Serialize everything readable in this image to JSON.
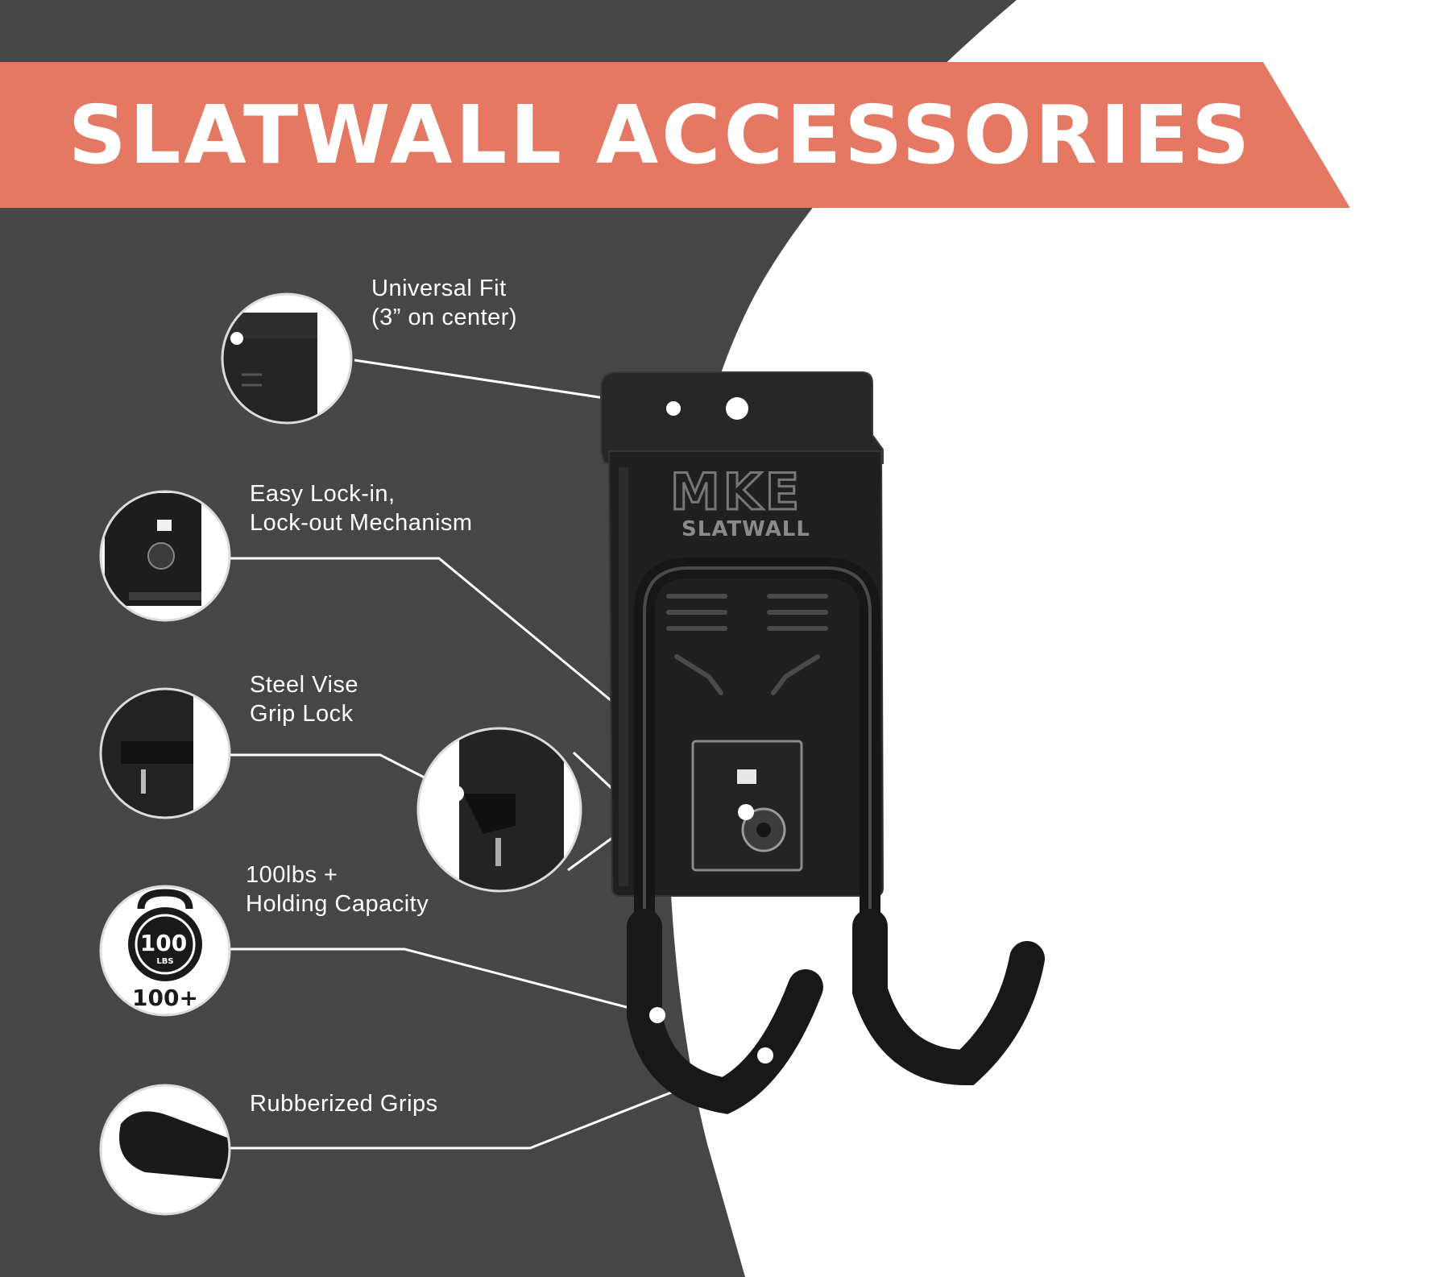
{
  "banner": {
    "title": "SLATWALL ACCESSORIES"
  },
  "product": {
    "brand_mark": "MKE",
    "brand_sub": "SLATWALL"
  },
  "features": [
    {
      "line1": "Universal Fit",
      "line2": "(3” on center)"
    },
    {
      "line1": "Easy Lock-in,",
      "line2": "Lock-out Mechanism"
    },
    {
      "line1": "Steel Vise",
      "line2": "Grip Lock"
    },
    {
      "line1": "100lbs +",
      "line2": "Holding Capacity"
    },
    {
      "line1": "Rubberized Grips",
      "line2": ""
    }
  ],
  "weight_badge": {
    "value": "100",
    "unit": "LBS",
    "caption": "100+"
  },
  "colors": {
    "background_dark": "#464646",
    "background_light": "#ffffff",
    "banner": "#e47862",
    "hook_metal": "#1f1f1f",
    "grip": "#181818",
    "callout_line": "#ffffff"
  }
}
